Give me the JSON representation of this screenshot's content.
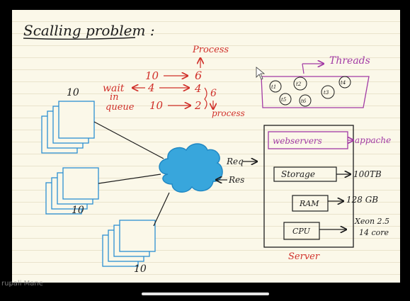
{
  "title": "Scalling problem :",
  "colors": {
    "ink": "#1c1c1c",
    "red": "#d0302a",
    "purple": "#a23aa5",
    "cloud": "#38a6dc",
    "cloud_stroke": "#1f86c2",
    "client": "#2c8fd3",
    "paper": "#fbf8e9"
  },
  "clients": [
    {
      "count_label": "10"
    },
    {
      "count_label": "10"
    },
    {
      "count_label": "10"
    }
  ],
  "queue_notes": {
    "process_top": "Process",
    "row1_left": "10",
    "row1_right": "6",
    "wait_label": "wait",
    "row2_mid": "4",
    "row2_right": "4",
    "row2_extra": "6",
    "in_queue_label1": "in",
    "in_queue_label2": "queue",
    "row3_left": "10",
    "row3_right": "2",
    "process_bottom": "process"
  },
  "threads": {
    "label": "Threads",
    "items": [
      "t1",
      "t2",
      "t3",
      "t4",
      "t5",
      "t6"
    ]
  },
  "request_label": "Req",
  "response_label": "Res",
  "server": {
    "label": "Server",
    "webservers": "webservers",
    "webserver_name": "appache",
    "storage": "Storage",
    "storage_size": "100TB",
    "ram": "RAM",
    "ram_size": "128 GB",
    "cpu": "CPU",
    "cpu_spec1": "Xeon 2.5",
    "cpu_spec2": "14 core"
  },
  "presenter_name": "rupali Mane"
}
